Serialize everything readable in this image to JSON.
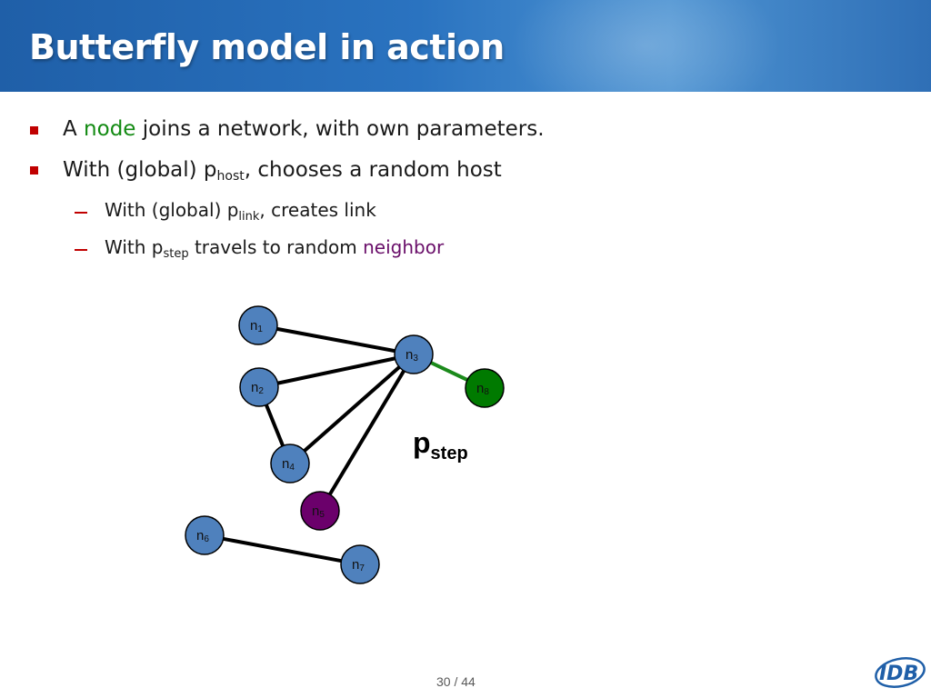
{
  "slide": {
    "title": "Butterfly model in action",
    "page_current": "30",
    "page_sep": "/",
    "page_total": "44",
    "logo_text": "IDB"
  },
  "bullets": [
    {
      "pre": "A ",
      "highlight": "node",
      "post": " joins a network, with own parameters."
    },
    {
      "pre": "With (global) p",
      "sub": "host",
      "post": ", chooses a random host"
    }
  ],
  "sub_bullets": [
    {
      "pre": "With (global) p",
      "sub": "link",
      "post": ", creates link"
    },
    {
      "pre": "With p",
      "sub": "step",
      "mid": " travels to random ",
      "highlight": "neighbor"
    }
  ],
  "colors": {
    "accent_green": "#128a12",
    "accent_purple": "#6a0f6a",
    "node_default": "#4f81bd",
    "node_new": "#007a00",
    "node_neighbor": "#6b006b",
    "edge": "#000000",
    "edge_step": "#1b8a1b",
    "bullet_marker": "#c00000"
  },
  "diagram": {
    "nodes": [
      {
        "id": "n1",
        "base": "n",
        "sub": "1",
        "role": "default"
      },
      {
        "id": "n2",
        "base": "n",
        "sub": "2",
        "role": "default"
      },
      {
        "id": "n3",
        "base": "n",
        "sub": "3",
        "role": "default"
      },
      {
        "id": "n4",
        "base": "n",
        "sub": "4",
        "role": "default"
      },
      {
        "id": "n5",
        "base": "n",
        "sub": "5",
        "role": "neighbor"
      },
      {
        "id": "n6",
        "base": "n",
        "sub": "6",
        "role": "default"
      },
      {
        "id": "n7",
        "base": "n",
        "sub": "7",
        "role": "default"
      },
      {
        "id": "n8",
        "base": "n",
        "sub": "8",
        "role": "new"
      }
    ],
    "edges": [
      {
        "from": "n1",
        "to": "n3",
        "kind": "link"
      },
      {
        "from": "n2",
        "to": "n3",
        "kind": "link"
      },
      {
        "from": "n2",
        "to": "n4",
        "kind": "link"
      },
      {
        "from": "n4",
        "to": "n3",
        "kind": "link"
      },
      {
        "from": "n5",
        "to": "n3",
        "kind": "link"
      },
      {
        "from": "n6",
        "to": "n7",
        "kind": "link"
      },
      {
        "from": "n3",
        "to": "n8",
        "kind": "step"
      }
    ],
    "step_label": {
      "base": "p",
      "sub": "step"
    }
  }
}
